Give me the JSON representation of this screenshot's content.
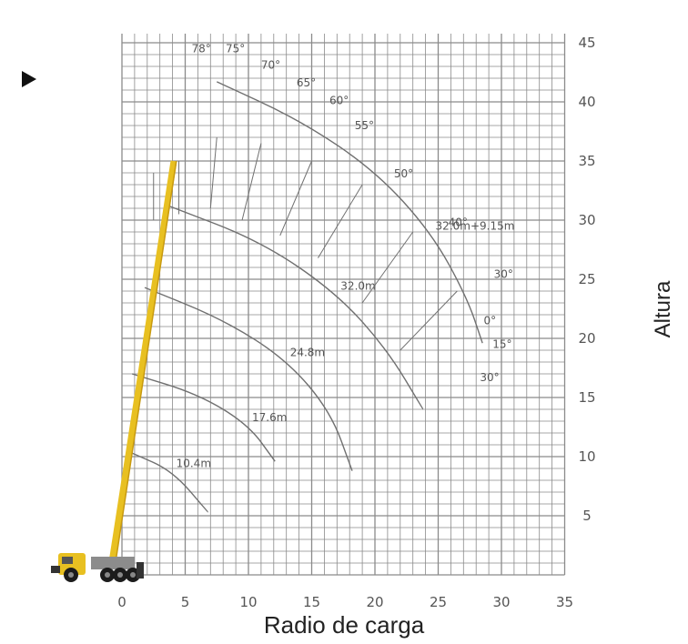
{
  "chart_data": {
    "type": "line",
    "xlabel": "Radio de carga",
    "ylabel": "Altura",
    "xlim": [
      0,
      35
    ],
    "ylim": [
      0,
      45
    ],
    "x_ticks": [
      "0",
      "5",
      "10",
      "15",
      "20",
      "25",
      "30",
      "35"
    ],
    "y_ticks": [
      "5",
      "10",
      "15",
      "20",
      "25",
      "30",
      "35",
      "40",
      "45"
    ],
    "grid": true,
    "boom_length_curves": [
      {
        "label": "10.4m",
        "points": [
          [
            0.8,
            10.3
          ],
          [
            4,
            8.8
          ],
          [
            6.8,
            5.3
          ]
        ]
      },
      {
        "label": "17.6m",
        "points": [
          [
            0.8,
            17
          ],
          [
            6,
            15.3
          ],
          [
            10,
            12.7
          ],
          [
            12.1,
            9.6
          ]
        ]
      },
      {
        "label": "24.8m",
        "points": [
          [
            1.8,
            24.3
          ],
          [
            8,
            21.6
          ],
          [
            13,
            18.2
          ],
          [
            16.5,
            13.8
          ],
          [
            18.2,
            8.8
          ]
        ]
      },
      {
        "label": "32.0m",
        "points": [
          [
            3.7,
            31.2
          ],
          [
            11,
            28.2
          ],
          [
            17,
            23.8
          ],
          [
            21,
            19
          ],
          [
            23.8,
            14
          ]
        ]
      },
      {
        "label": "32.0m+9.15m",
        "points": [
          [
            7.5,
            41.7
          ],
          [
            14,
            38.5
          ],
          [
            20,
            34.2
          ],
          [
            24.5,
            28.9
          ],
          [
            27.3,
            23.4
          ],
          [
            28.5,
            19.6
          ]
        ]
      }
    ],
    "angle_labels": [
      "78°",
      "75°",
      "70°",
      "65°",
      "60°",
      "55°",
      "50°",
      "40°",
      "30°",
      "0°",
      "15°",
      "30°"
    ],
    "colors": {
      "boom": "#e8c021",
      "grid": "#8a8a8a",
      "curves": "#707070",
      "truck": "#e8c021"
    }
  },
  "icons": {
    "pointer": "triangle-right-icon",
    "truck": "crane-truck-icon"
  }
}
